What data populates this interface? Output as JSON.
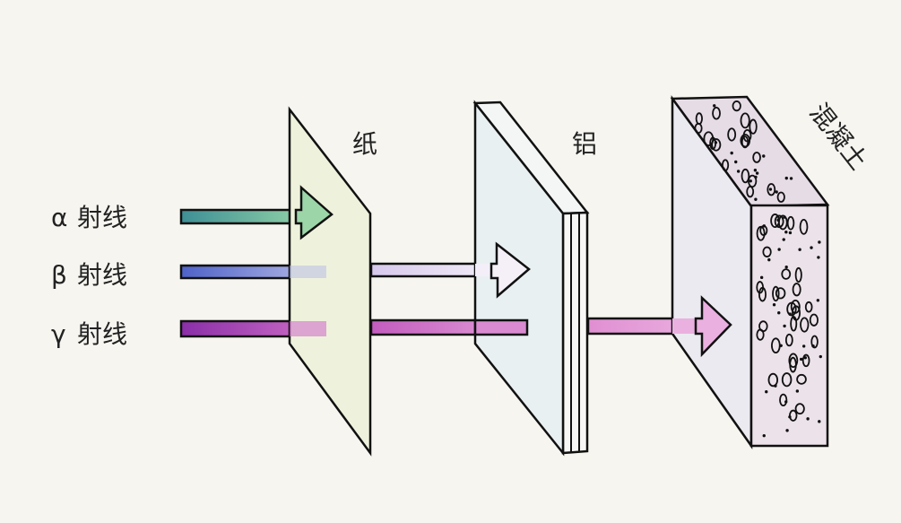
{
  "rays": [
    {
      "symbol": "α",
      "label": "射线",
      "color": "#4fa896"
    },
    {
      "symbol": "β",
      "label": "射线",
      "color": "#6a7fd0"
    },
    {
      "symbol": "γ",
      "label": "射线",
      "color": "#a048b8"
    }
  ],
  "barriers": {
    "paper": "纸",
    "aluminium": "铝",
    "concrete": "混凝土"
  },
  "colors": {
    "paper_fill": "#eef2dc",
    "aluminium_fill": "#e9f0f2",
    "concrete_fill": "#ece3ea",
    "beta_after": "#dcd0ec",
    "gamma_after": "#d88ad0"
  }
}
